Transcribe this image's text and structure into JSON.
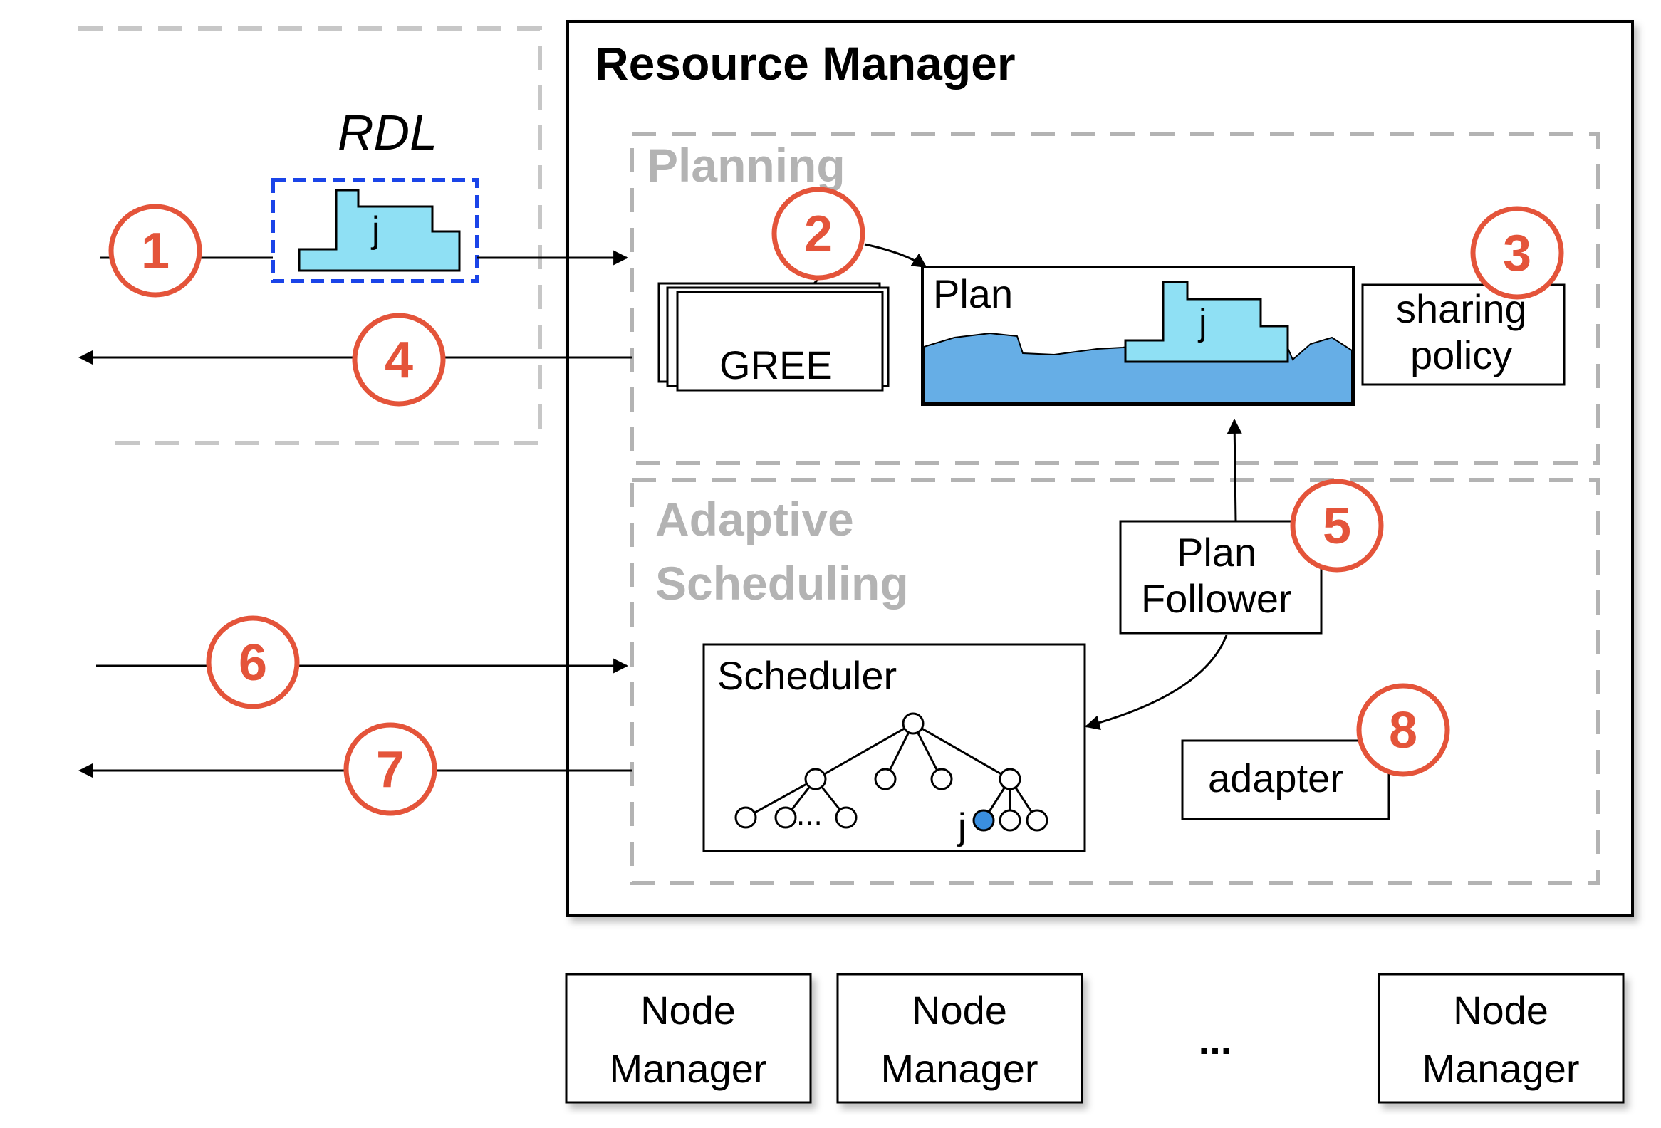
{
  "title": "Resource Manager",
  "rdl_label": "RDL",
  "sections": {
    "planning": "Planning",
    "adaptive_line1": "Adaptive",
    "adaptive_line2": "Scheduling"
  },
  "components": {
    "gree": "GREE",
    "plan": "Plan",
    "sharing_line1": "sharing",
    "sharing_line2": "policy",
    "plan_follower_line1": "Plan",
    "plan_follower_line2": "Follower",
    "scheduler": "Scheduler",
    "adapter": "adapter"
  },
  "job_label": "j",
  "tree_ellipsis": "...",
  "node_managers": [
    {
      "line1": "Node",
      "line2": "Manager"
    },
    {
      "line1": "Node",
      "line2": "Manager"
    },
    {
      "line1": "Node",
      "line2": "Manager"
    }
  ],
  "node_ellipsis": "...",
  "step_numbers": [
    "1",
    "2",
    "3",
    "4",
    "5",
    "6",
    "7",
    "8"
  ],
  "colors": {
    "step_circle": "#e4543a",
    "job_fill": "#8fe0f4",
    "plan_fill": "#66aee6",
    "rdl_border": "#1a44e8",
    "dashed_border": "#b3b3b3",
    "highlight_node": "#3a8fe0"
  }
}
